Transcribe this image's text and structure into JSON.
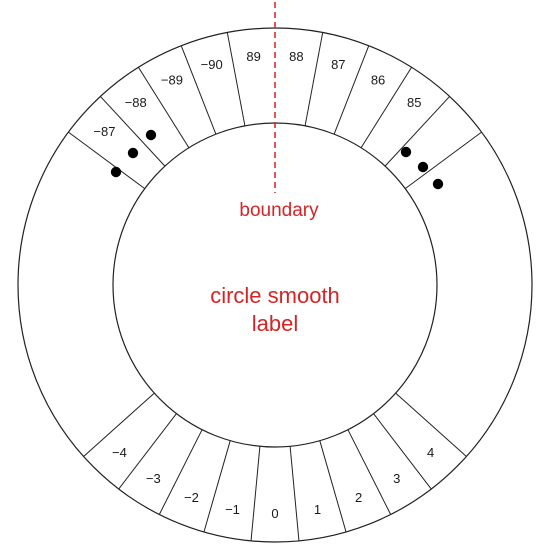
{
  "diagram": {
    "top_labels": [
      "−87",
      "−88",
      "−89",
      "−90",
      "89",
      "88",
      "87",
      "86",
      "85"
    ],
    "bottom_labels": [
      "−4",
      "−3",
      "−2",
      "−1",
      "0",
      "1",
      "2",
      "3",
      "4"
    ],
    "boundary_label": "boundary",
    "center_label_line1": "circle smooth",
    "center_label_line2": "label",
    "colors": {
      "outline": "#222222",
      "text": "#1a1a1a",
      "accent": "#d62424",
      "dots": "#000000"
    }
  }
}
